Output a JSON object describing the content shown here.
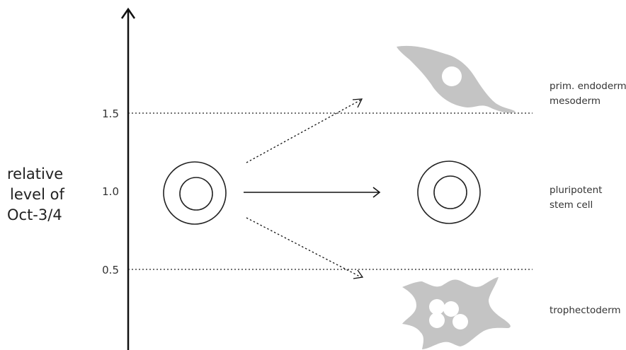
{
  "y_axis": {
    "title_lines": [
      "relative",
      "level of",
      "Oct-3/4"
    ],
    "ticks": [
      {
        "value": 1.5,
        "label": "1.5"
      },
      {
        "value": 1.0,
        "label": "1.0"
      },
      {
        "value": 0.5,
        "label": "0.5"
      }
    ]
  },
  "labels": {
    "top": [
      "prim. endoderm",
      "mesoderm"
    ],
    "middle": [
      "pluripotent",
      "stem cell"
    ],
    "bottom": [
      "trophectoderm"
    ]
  },
  "colors": {
    "line": "#111111",
    "cell_fill": "#c4c4c4",
    "text": "#333333"
  }
}
